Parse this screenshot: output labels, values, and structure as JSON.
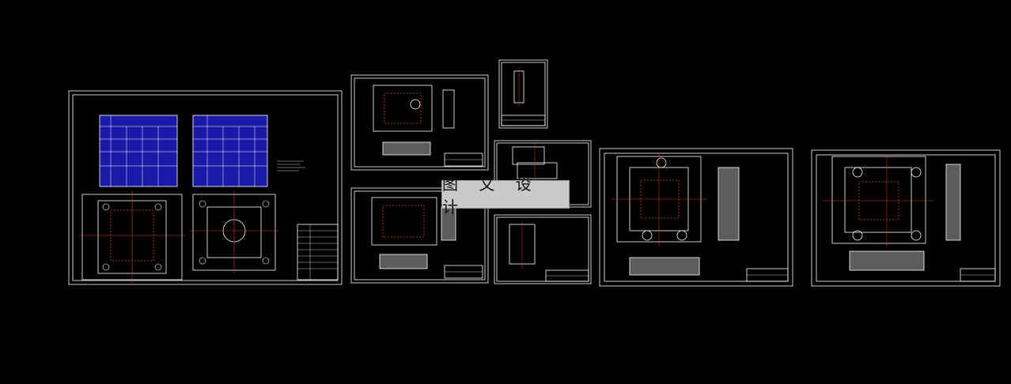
{
  "watermark": {
    "text": "图 文 设 计"
  },
  "colors": {
    "background": "#000000",
    "line": "#ffffff",
    "section_fill": "#1a1aa8",
    "center_line": "#e23a3a",
    "hatch": "#9a9a9a",
    "watermark_bg": "#c9c9c9"
  },
  "sheets": [
    {
      "id": "assembly",
      "kind": "assembly"
    },
    {
      "id": "part-1",
      "kind": "part"
    },
    {
      "id": "part-2",
      "kind": "part"
    },
    {
      "id": "small-a4",
      "kind": "small"
    },
    {
      "id": "part-3",
      "kind": "small-part"
    },
    {
      "id": "part-4",
      "kind": "small-part"
    },
    {
      "id": "plate-1",
      "kind": "plate"
    },
    {
      "id": "plate-2",
      "kind": "plate"
    }
  ]
}
